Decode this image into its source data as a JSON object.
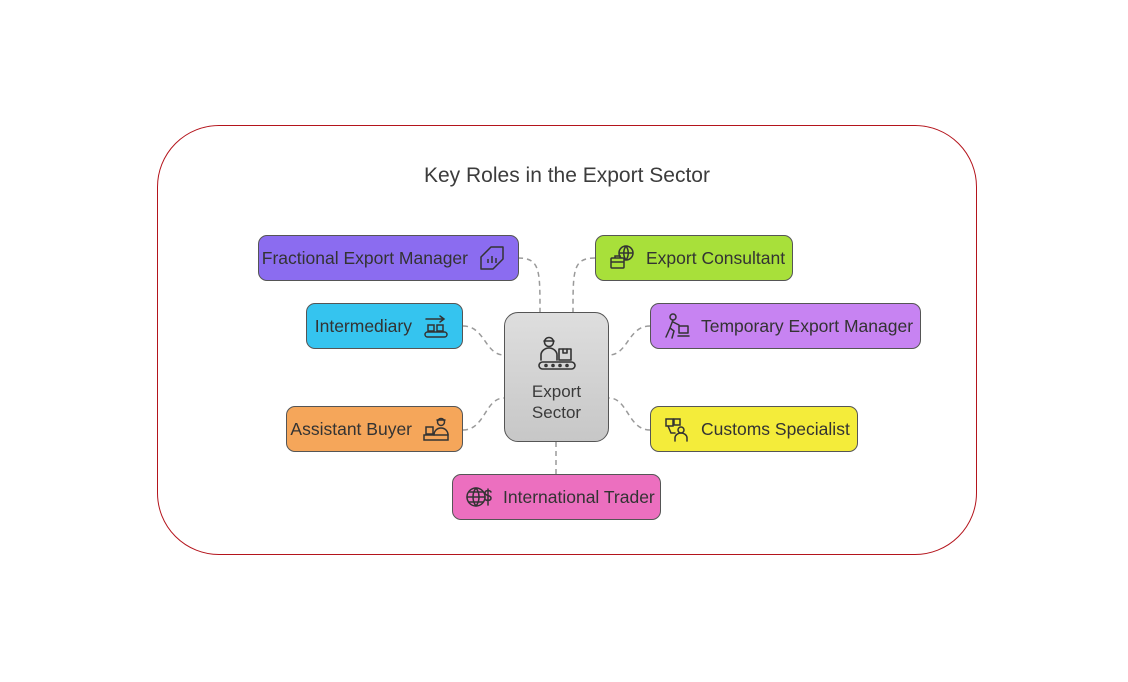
{
  "title": "Key Roles in the Export Sector",
  "center": {
    "label_line1": "Export",
    "label_line2": "Sector",
    "icon": "worker-conveyor-icon",
    "color": "#d4d4d4"
  },
  "roles": [
    {
      "id": "fractional-export-manager",
      "label": "Fractional Export Manager",
      "icon": "chart-tag-icon",
      "color": "#8b6cf0"
    },
    {
      "id": "export-consultant",
      "label": "Export Consultant",
      "icon": "globe-briefcase-icon",
      "color": "#a8e03a"
    },
    {
      "id": "intermediary",
      "label": "Intermediary",
      "icon": "conveyor-arrow-icon",
      "color": "#35c4ef"
    },
    {
      "id": "temporary-export-manager",
      "label": "Temporary Export Manager",
      "icon": "person-desk-icon",
      "color": "#c783f2"
    },
    {
      "id": "assistant-buyer",
      "label": "Assistant Buyer",
      "icon": "shopkeeper-icon",
      "color": "#f5a65a"
    },
    {
      "id": "customs-specialist",
      "label": "Customs Specialist",
      "icon": "inspector-boxes-icon",
      "color": "#f4ec3a"
    },
    {
      "id": "international-trader",
      "label": "International Trader",
      "icon": "globe-dollar-icon",
      "color": "#ec6fbf"
    }
  ],
  "colors": {
    "frame": "#b4141c",
    "connector": "#9a9a9a"
  }
}
